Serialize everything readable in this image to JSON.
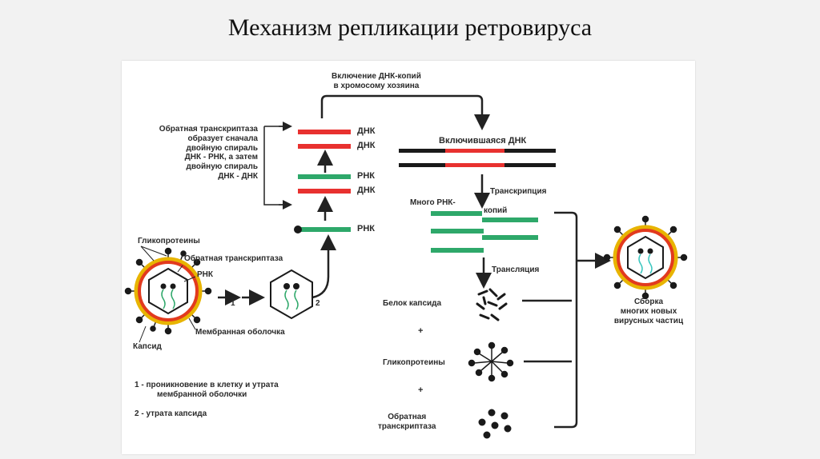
{
  "slide": {
    "title": "Механизм репликации ретровируса"
  },
  "top_arrow_label": [
    "Включение ДНК-копий",
    "в хромосому хозяина"
  ],
  "left_note": [
    "Обратная транскриптаза",
    "образует сначала",
    "двойную спираль",
    "ДНК - РНК, а затем",
    "двойную спираль",
    "ДНК - ДНК"
  ],
  "strands": {
    "dna": "ДНК",
    "rna": "РНК"
  },
  "host": {
    "integrated_dna": "Включившаяся ДНК"
  },
  "steps": {
    "transcription": "Транскрипция",
    "many_copies": "Много РНК-",
    "copies_suffix": "копий",
    "translation": "Трансляция"
  },
  "virus_labels": {
    "glycoproteins": "Гликопротеины",
    "reverse_transcriptase": "Обратная транскриптаза",
    "rna": "РНК",
    "capsid": "Капсид",
    "membrane": "Мембранная оболочка"
  },
  "step_numbers": {
    "one": "1",
    "two": "2"
  },
  "legend": {
    "item1": [
      "1 - проникновение в клетку и утрата",
      "мембранной оболочки"
    ],
    "item2": "2 - утрата капсида"
  },
  "products": {
    "capsid_protein": "Белок капсида",
    "plus": "+",
    "glycoproteins": "Гликопротеины",
    "reverse_transcriptase": [
      "Обратная",
      "транскриптаза"
    ]
  },
  "assembly": [
    "Сборка",
    "многих новых",
    "вирусных частиц"
  ],
  "colors": {
    "dna_red": "#e8312f",
    "rna_green": "#2ea86a",
    "rna_cyan": "#3cc7c0",
    "host_black": "#1a1a1a",
    "arrow": "#222222",
    "virus_ring": "#e23a1e",
    "virus_gold": "#e8b400"
  }
}
